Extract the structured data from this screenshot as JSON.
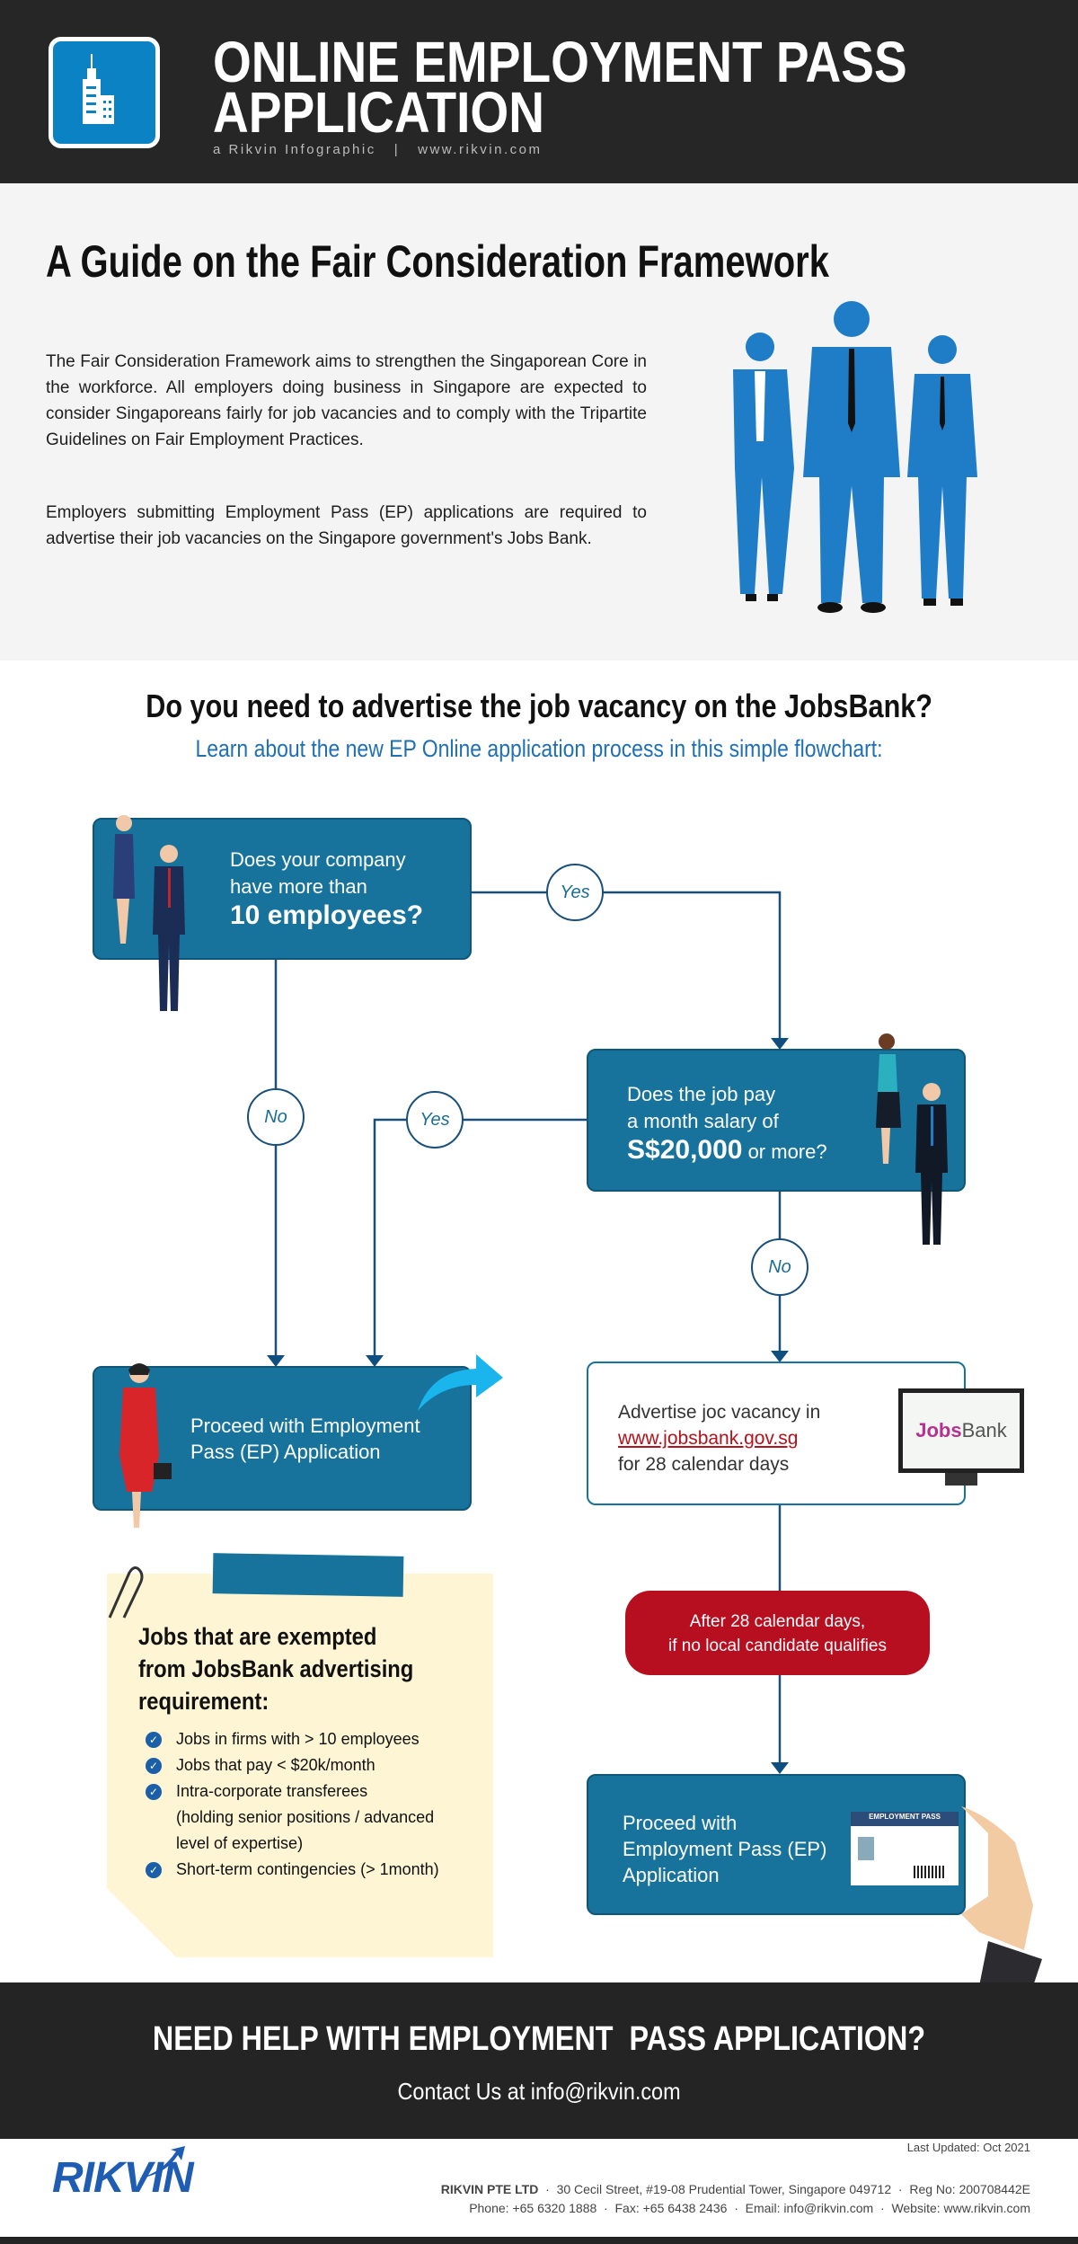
{
  "header": {
    "title_line1": "ONLINE EMPLOYMENT PASS",
    "title_line2": "APPLICATION",
    "subtitle": "a Rikvin Infographic   |   www.rikvin.com",
    "icon": "building-icon"
  },
  "guide": {
    "heading": "A Guide on the Fair Consideration Framework",
    "paragraph1": "The Fair Consideration Framework aims to strengthen the Singaporean Core in the workforce. All employers doing business in Singapore are expected to consider Singaporeans fairly for job vacancies and to comply with the Tripartite Guidelines on Fair Employment Practices.",
    "paragraph2": "Employers submitting Employment Pass (EP) applications are required to advertise their job vacancies on the Singapore government's Jobs Bank."
  },
  "flow": {
    "heading": "Do you need to advertise the job vacancy on the JobsBank?",
    "subheading": "Learn about the new EP Online application process in this simple flowchart:",
    "q1": {
      "line1": "Does your company",
      "line2": "have more than",
      "line3": "10 employees?"
    },
    "q2": {
      "line1": "Does the job pay",
      "line2": "a month salary of",
      "line3a": "S$20,000",
      "line3b": " or more?"
    },
    "yes1": "Yes",
    "no1": "No",
    "yes2": "Yes",
    "no2": "No",
    "proceed_left": {
      "line1": "Proceed with Employment",
      "line2": "Pass (EP) Application"
    },
    "advertise": {
      "line1": "Advertise joc vacancy in",
      "link": "www.jobsbank.gov.sg",
      "line3": "for 28 calendar days",
      "monitor_a": "Jobs",
      "monitor_b": "Bank"
    },
    "after": {
      "line1": "After 28 calendar days,",
      "line2": "if no local candidate qualifies"
    },
    "proceed_right": {
      "line1": "Proceed with",
      "line2": "Employment Pass (EP)",
      "line3": "Application",
      "card_label": "EMPLOYMENT PASS"
    }
  },
  "note": {
    "title1": "Jobs that are exempted",
    "title2": "from JobsBank advertising",
    "title3": "requirement:",
    "items": [
      "Jobs in firms with > 10 employees",
      "Jobs that pay < $20k/month",
      "Intra-corporate transferees",
      "Short-term contingencies (> 1month)"
    ],
    "item3_extra1": "(holding senior positions / advanced",
    "item3_extra2": "level of expertise)"
  },
  "cta": {
    "heading": "NEED HELP WITH EMPLOYMENT  PASS APPLICATION?",
    "contact": "Contact Us at info@rikvin.com"
  },
  "footer": {
    "logo": "RIKVIN",
    "last_updated": "Last Updated: Oct 2021",
    "company": "RIKVIN PTE LTD",
    "address_line": "  ·  30 Cecil Street, #19-08 Prudential Tower, Singapore 049712  ·  Reg No: 200708442E",
    "contact_line": "Phone: +65 6320 1888  ·  Fax: +65 6438 2436  ·  Email: info@rikvin.com  ·  Website: www.rikvin.com"
  },
  "colors": {
    "box": "#17739c",
    "line": "#1a4f7a",
    "red": "#b70f1f",
    "note": "#fdf5d3",
    "dark": "#262626",
    "accent": "#1f6fb3"
  }
}
